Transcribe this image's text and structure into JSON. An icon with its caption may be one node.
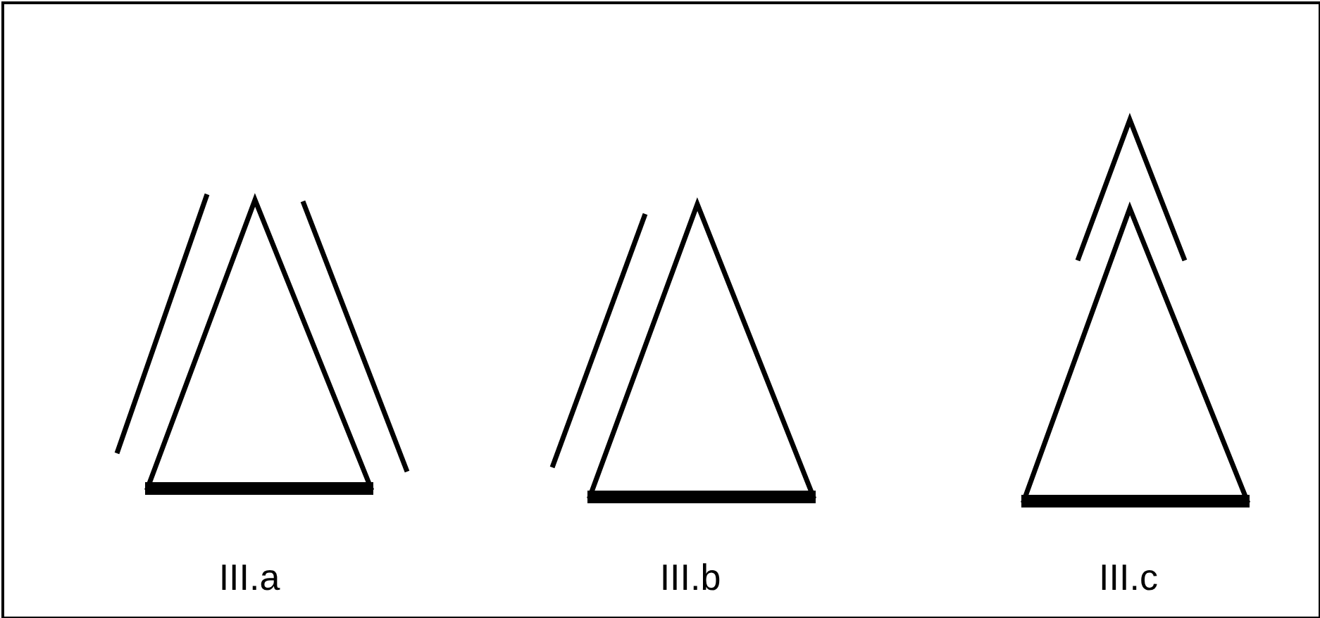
{
  "diagram": {
    "labels": [
      "III.a",
      "III.b",
      "III.c"
    ]
  }
}
